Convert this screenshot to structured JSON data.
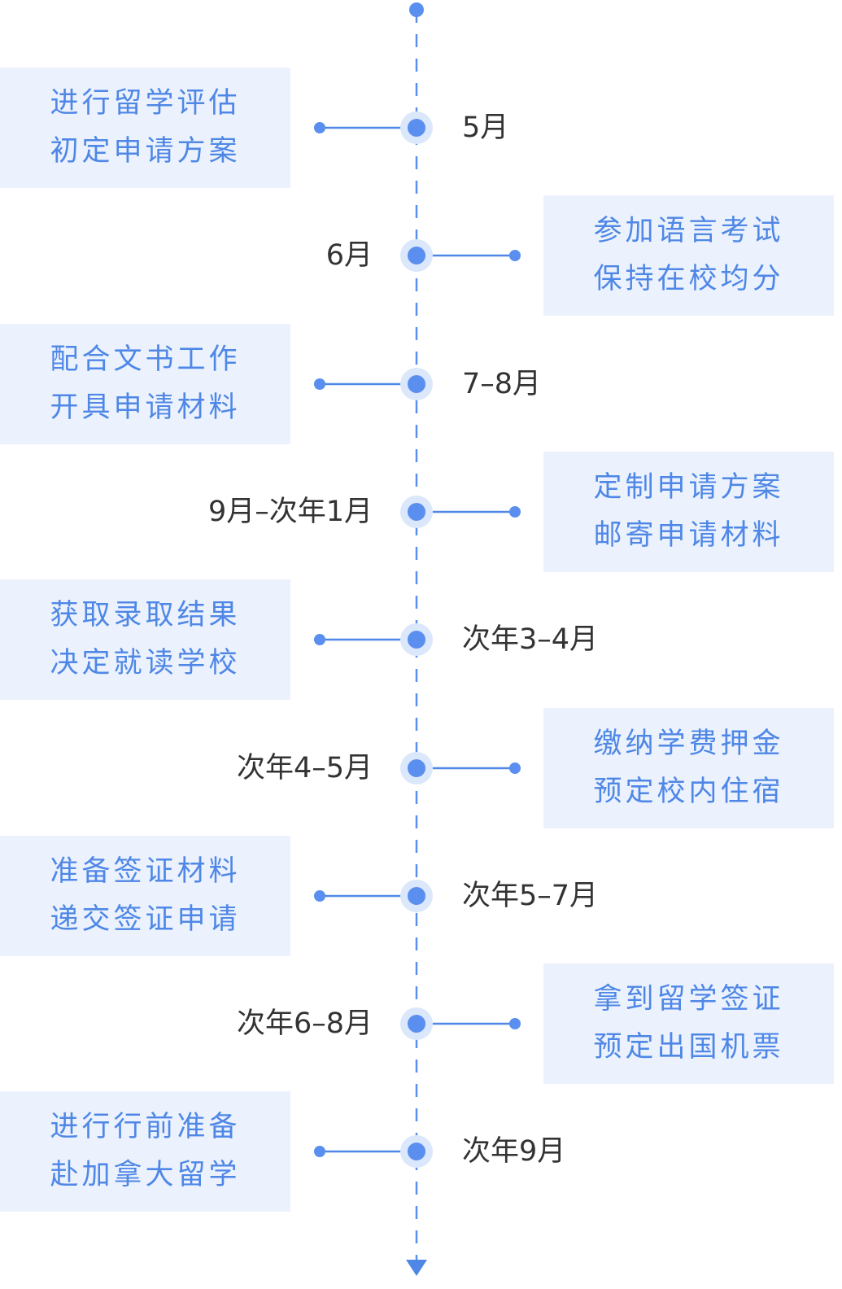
{
  "colors": {
    "accent": "#4f87e6",
    "dot": "#5a8ff0",
    "halo": "#dbe7fb",
    "box_bg": "#ebf2fd",
    "date_text": "#333333"
  },
  "steps": [
    {
      "date": "5月",
      "side": "left",
      "lines": [
        "进行留学评估",
        "初定申请方案"
      ]
    },
    {
      "date": "6月",
      "side": "right",
      "lines": [
        "参加语言考试",
        "保持在校均分"
      ]
    },
    {
      "date": "7–8月",
      "side": "left",
      "lines": [
        "配合文书工作",
        "开具申请材料"
      ]
    },
    {
      "date": "9月–次年1月",
      "side": "right",
      "lines": [
        "定制申请方案",
        "邮寄申请材料"
      ]
    },
    {
      "date": "次年3–4月",
      "side": "left",
      "lines": [
        "获取录取结果",
        "决定就读学校"
      ]
    },
    {
      "date": "次年4–5月",
      "side": "right",
      "lines": [
        "缴纳学费押金",
        "预定校内住宿"
      ]
    },
    {
      "date": "次年5–7月",
      "side": "left",
      "lines": [
        "准备签证材料",
        "递交签证申请"
      ]
    },
    {
      "date": "次年6–8月",
      "side": "right",
      "lines": [
        "拿到留学签证",
        "预定出国机票"
      ]
    },
    {
      "date": "次年9月",
      "side": "left",
      "lines": [
        "进行行前准备",
        "赴加拿大留学"
      ]
    }
  ]
}
